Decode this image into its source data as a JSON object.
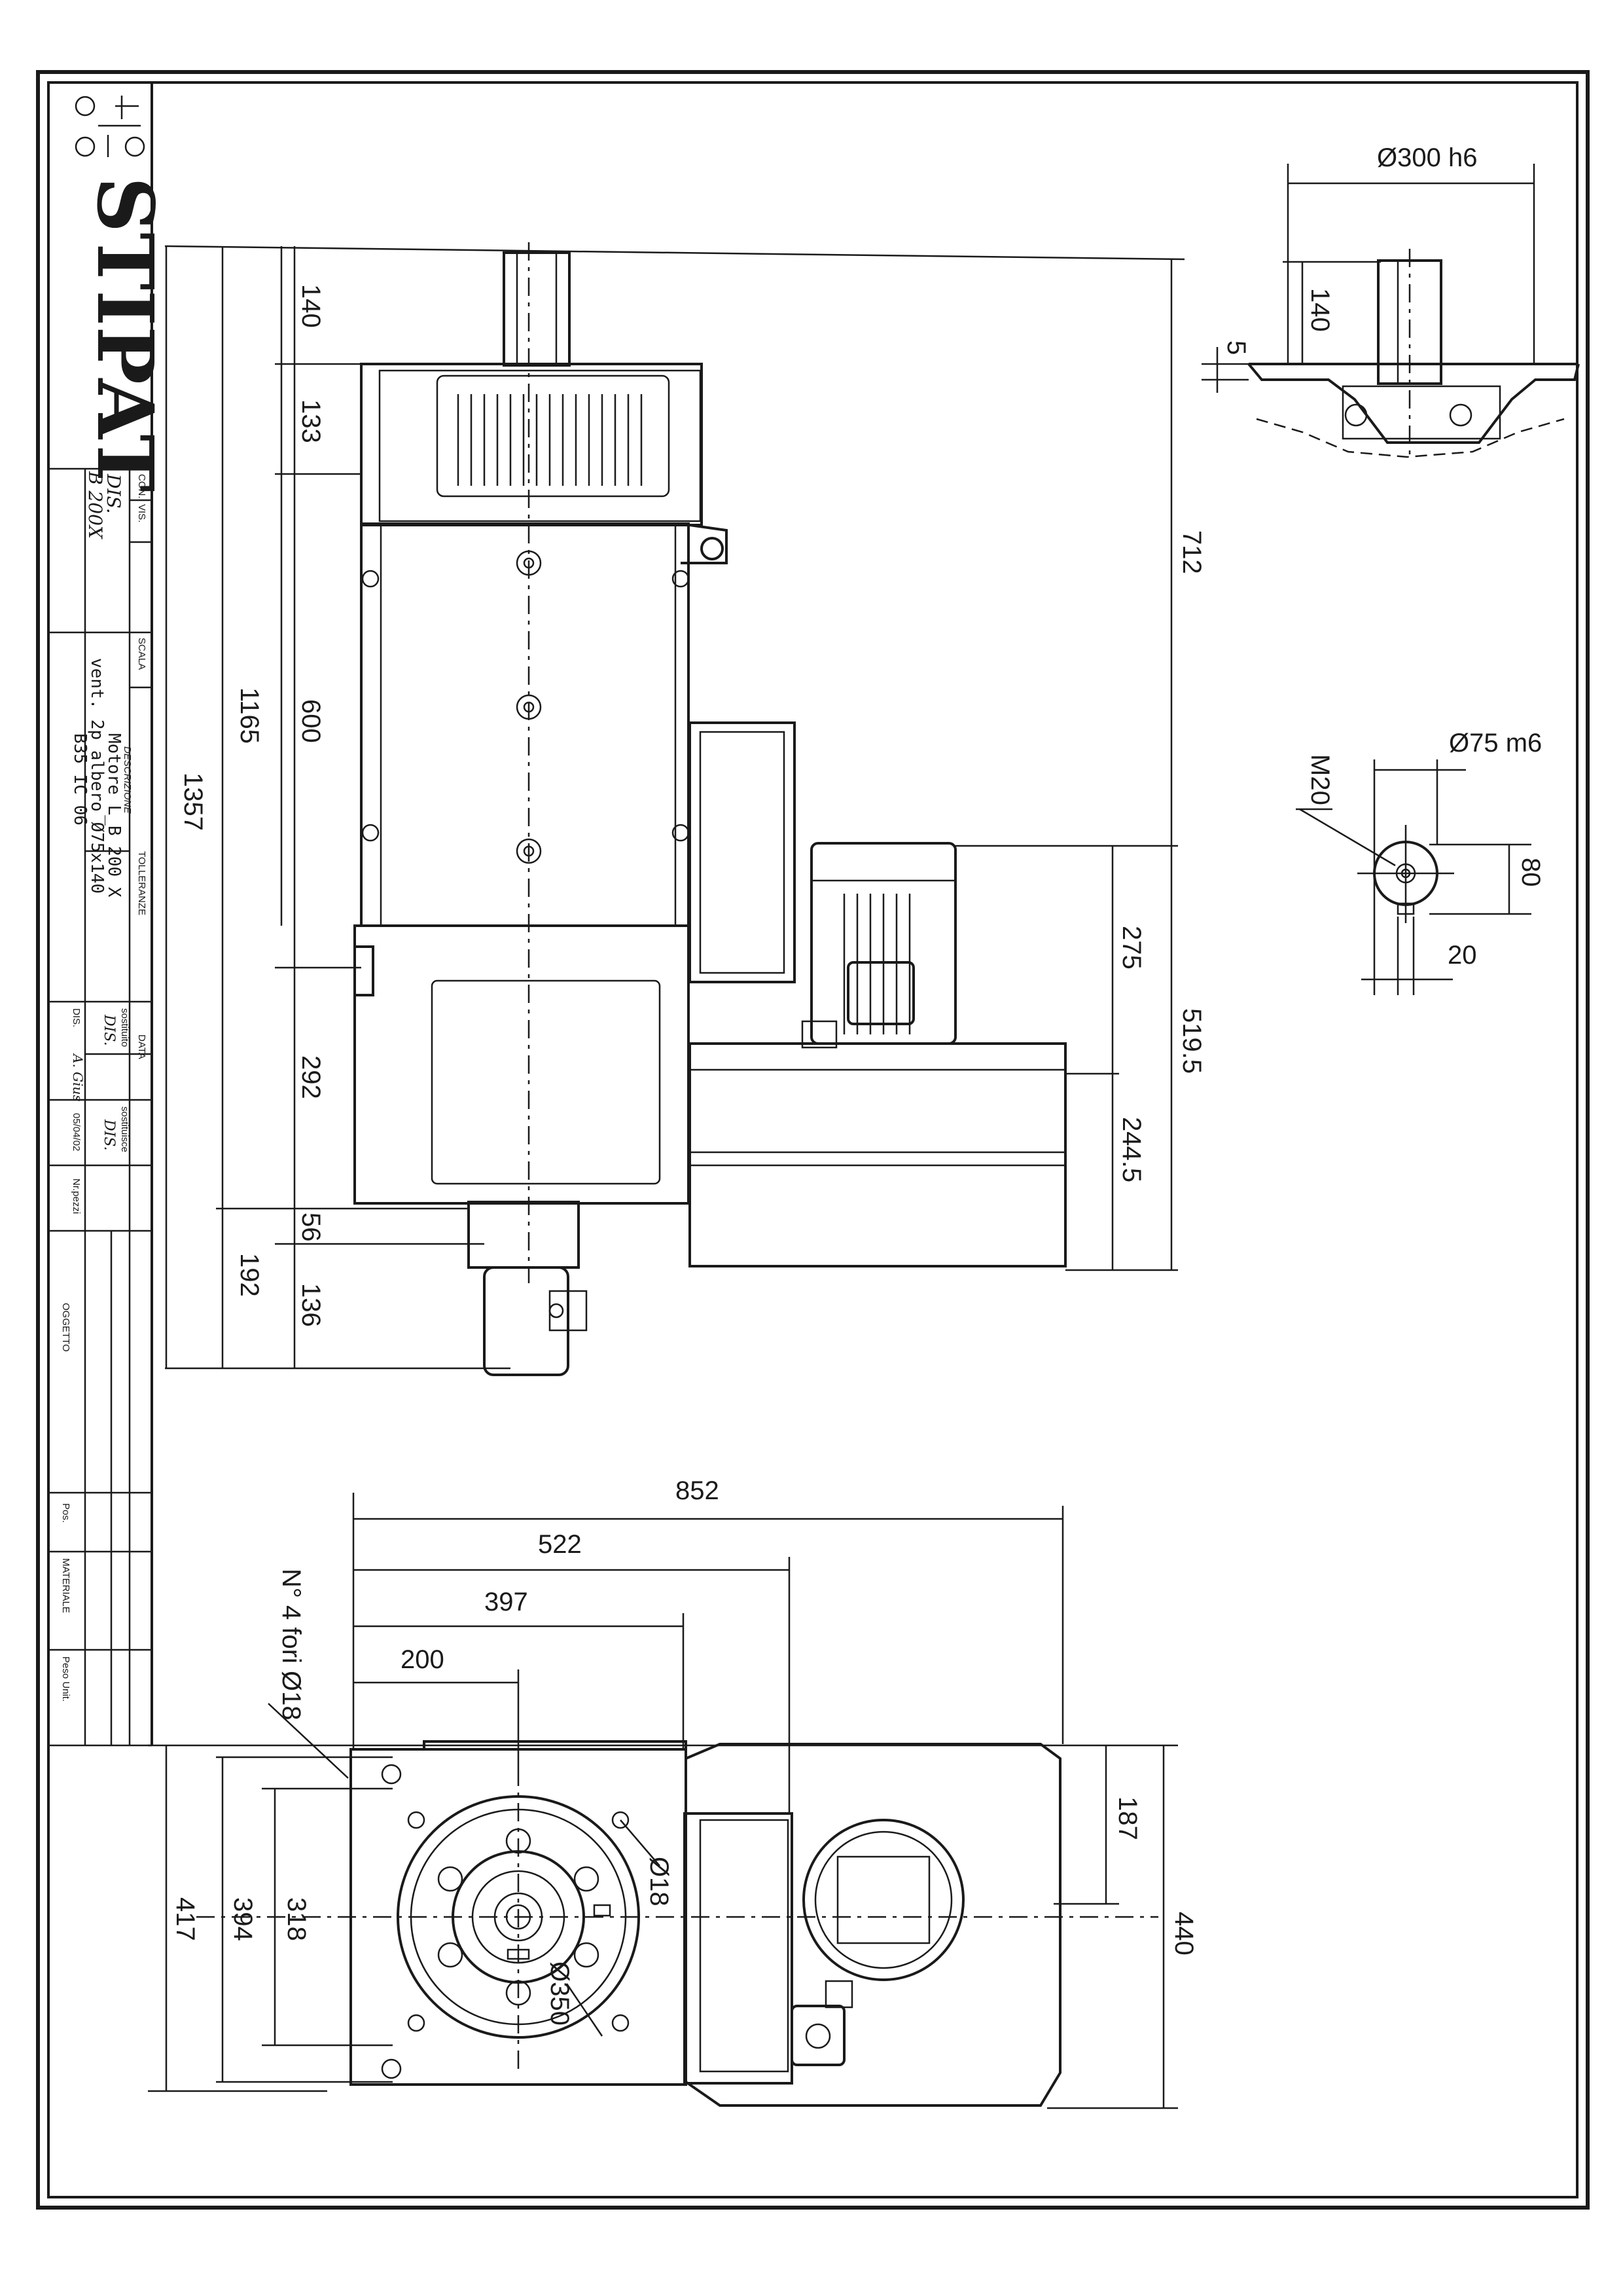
{
  "title_block": {
    "brand": "STIPAT",
    "con_label": "CON.",
    "vis_label": "VIS.",
    "dis_label": "DIS.",
    "drawing_number": "B 200X",
    "scala_label": "SCALA",
    "descrizione_label": "DESCRIZIONE",
    "description_line1": "Motore L_B 200 X",
    "description_line2": "vent. 2p albero Ø75x140",
    "description_line3": "B35 IC 06",
    "tolleranze_label": "TOLLERANZE",
    "data_label": "DATA",
    "sostituito_label": "sostituito",
    "sostituisce_label": "sostituisce",
    "dis_short_1": "DIS.",
    "dis_short_2": "DIS.",
    "dis_name_label": "DIS.",
    "designer": "A. Gius",
    "date": "05/04/02",
    "nr_pezzi_label": "Nr.pezzi",
    "oggetto_label": "OGGETTO",
    "pos_label": "Pos.",
    "materiale_label": "MATERIALE",
    "peso_label": "Peso Unit."
  },
  "side_view_dims": {
    "d140": "140",
    "d133": "133",
    "d600": "600",
    "d1165": "1165",
    "d1357": "1357",
    "d292": "292",
    "d56": "56",
    "d136": "136",
    "d192": "192",
    "d712": "712",
    "d275": "275",
    "d519_5": "519.5",
    "d244_5": "244.5"
  },
  "flange_detail": {
    "diameter": "Ø300 h6",
    "d140": "140",
    "d5": "5"
  },
  "shaft_detail": {
    "diameter": "Ø75 m6",
    "thread": "M20",
    "d80": "80",
    "d20": "20"
  },
  "front_view_dims": {
    "d852": "852",
    "d522": "522",
    "d397": "397",
    "d200": "200",
    "holes_note": "N° 4 fori Ø18",
    "d18": "Ø18",
    "d350": "Ø350",
    "d187": "187",
    "d440": "440",
    "d417": "417",
    "d394": "394",
    "d318": "318"
  }
}
